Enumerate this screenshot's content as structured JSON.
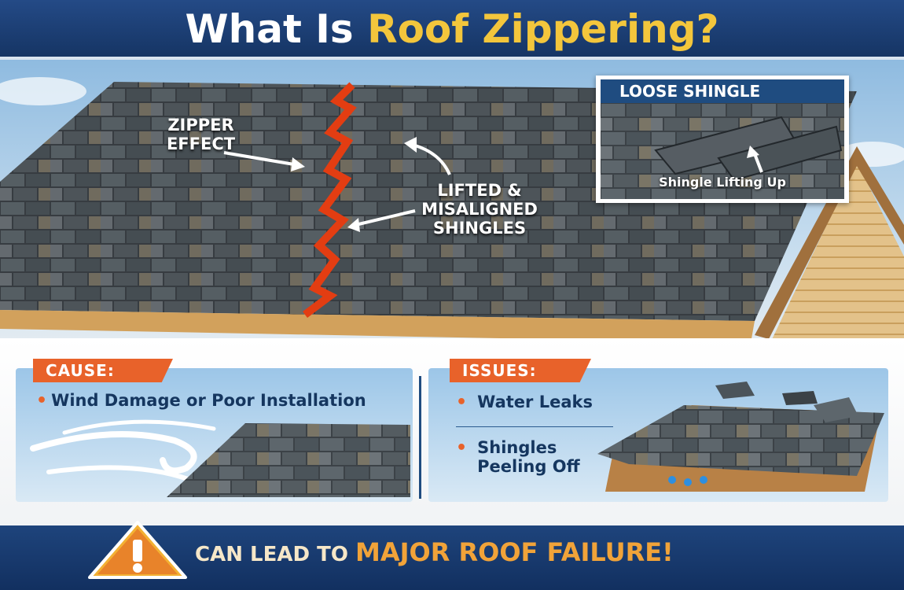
{
  "header": {
    "title_part1": "What Is ",
    "title_part2": "Roof Zippering?"
  },
  "roof": {
    "zipper_label": "ZIPPER\nEFFECT",
    "lifted_label": "LIFTED &\nMISALIGNED\nSHINGLES"
  },
  "inset": {
    "heading": "LOOSE SHINGLE",
    "caption": "Shingle Lifting Up"
  },
  "cause": {
    "tag": "CAUSE:",
    "items": [
      "Wind Damage or Poor Installation"
    ]
  },
  "issues": {
    "tag": "ISSUES:",
    "items": [
      "Water Leaks",
      "Shingles\nPeeling Off"
    ]
  },
  "footer": {
    "text_part1": "CAN LEAD TO ",
    "text_part2": "MAJOR ROOF FAILURE!"
  },
  "colors": {
    "header_blue": "#1f4c80",
    "accent_yellow": "#f3c63c",
    "accent_orange": "#e8622a",
    "zipper_red": "#e33d12"
  }
}
